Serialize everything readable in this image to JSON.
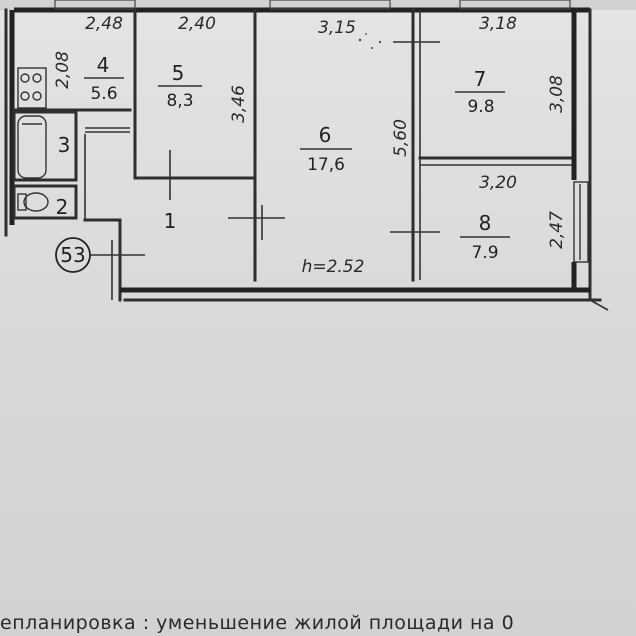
{
  "plan": {
    "apartment_number": "53",
    "ceiling_height": "h=2.52",
    "rooms": [
      {
        "id": "1",
        "area": ""
      },
      {
        "id": "2",
        "area": ""
      },
      {
        "id": "3",
        "area": ""
      },
      {
        "id": "4",
        "area": "5.6"
      },
      {
        "id": "5",
        "area": "8,3"
      },
      {
        "id": "6",
        "area": "17,6"
      },
      {
        "id": "7",
        "area": "9.8"
      },
      {
        "id": "8",
        "area": "7.9"
      }
    ],
    "dimensions": {
      "room4_width": "2,48",
      "room4_depth": "2,08",
      "room5_width": "2,40",
      "room5_depth": "3,46",
      "room6_width": "3,15",
      "room6_depth": "5,60",
      "room7_width": "3,18",
      "room7_depth": "3,08",
      "room8_width": "3,20",
      "room8_depth": "2,47"
    }
  },
  "footer": {
    "text": "епланировка : уменьшение жилой площади на   0"
  }
}
